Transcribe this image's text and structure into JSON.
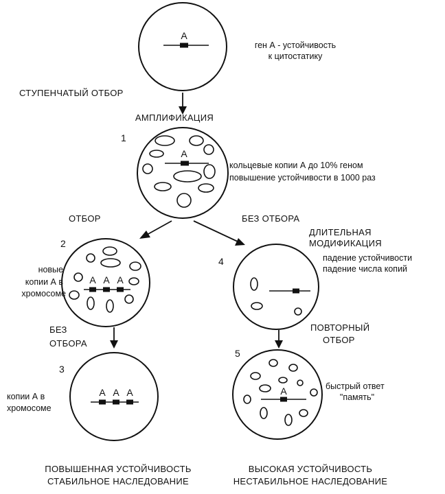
{
  "gene_label": "А",
  "top_note": {
    "line1": "ген А - устойчивость",
    "line2": "к цитостатику"
  },
  "stepwise_selection": "СТУПЕНЧАТЫЙ ОТБОР",
  "amplification": "АМПЛИФИКАЦИЯ",
  "cell1": {
    "number": "1",
    "note_line1": "кольцевые копии А до 10% геном",
    "note_line2": "повышение устойчивости в 1000 раз"
  },
  "selection": "ОТБОР",
  "no_selection_right": "БЕЗ ОТБОРА",
  "cell2": {
    "number": "2",
    "note_line1": "новые",
    "note_line2": "копии А в",
    "note_line3": "хромосоме"
  },
  "cell4": {
    "number": "4",
    "heading_line1": "ДЛИТЕЛЬНАЯ",
    "heading_line2": "МОДИФИКАЦИЯ",
    "note_line1": "падение устойчивости",
    "note_line2": "падение числа копий"
  },
  "no_selection_left": {
    "line1": "БЕЗ",
    "line2": "ОТБОРА"
  },
  "reselection": {
    "line1": "ПОВТОРНЫЙ",
    "line2": "ОТБОР"
  },
  "cell3": {
    "number": "3",
    "note_line1": "копии А в",
    "note_line2": "хромосоме"
  },
  "cell5": {
    "number": "5",
    "note_line1": "быстрый ответ",
    "note_line2": "\"память\""
  },
  "bottom_left": {
    "line1": "ПОВЫШЕННАЯ УСТОЙЧИВОСТЬ",
    "line2": "СТАБИЛЬНОЕ НАСЛЕДОВАНИЕ"
  },
  "bottom_right": {
    "line1": "ВЫСОКАЯ УСТОЙЧИВОСТЬ",
    "line2": "НЕСТАБИЛЬНОЕ НАСЛЕДОВАНИЕ"
  }
}
